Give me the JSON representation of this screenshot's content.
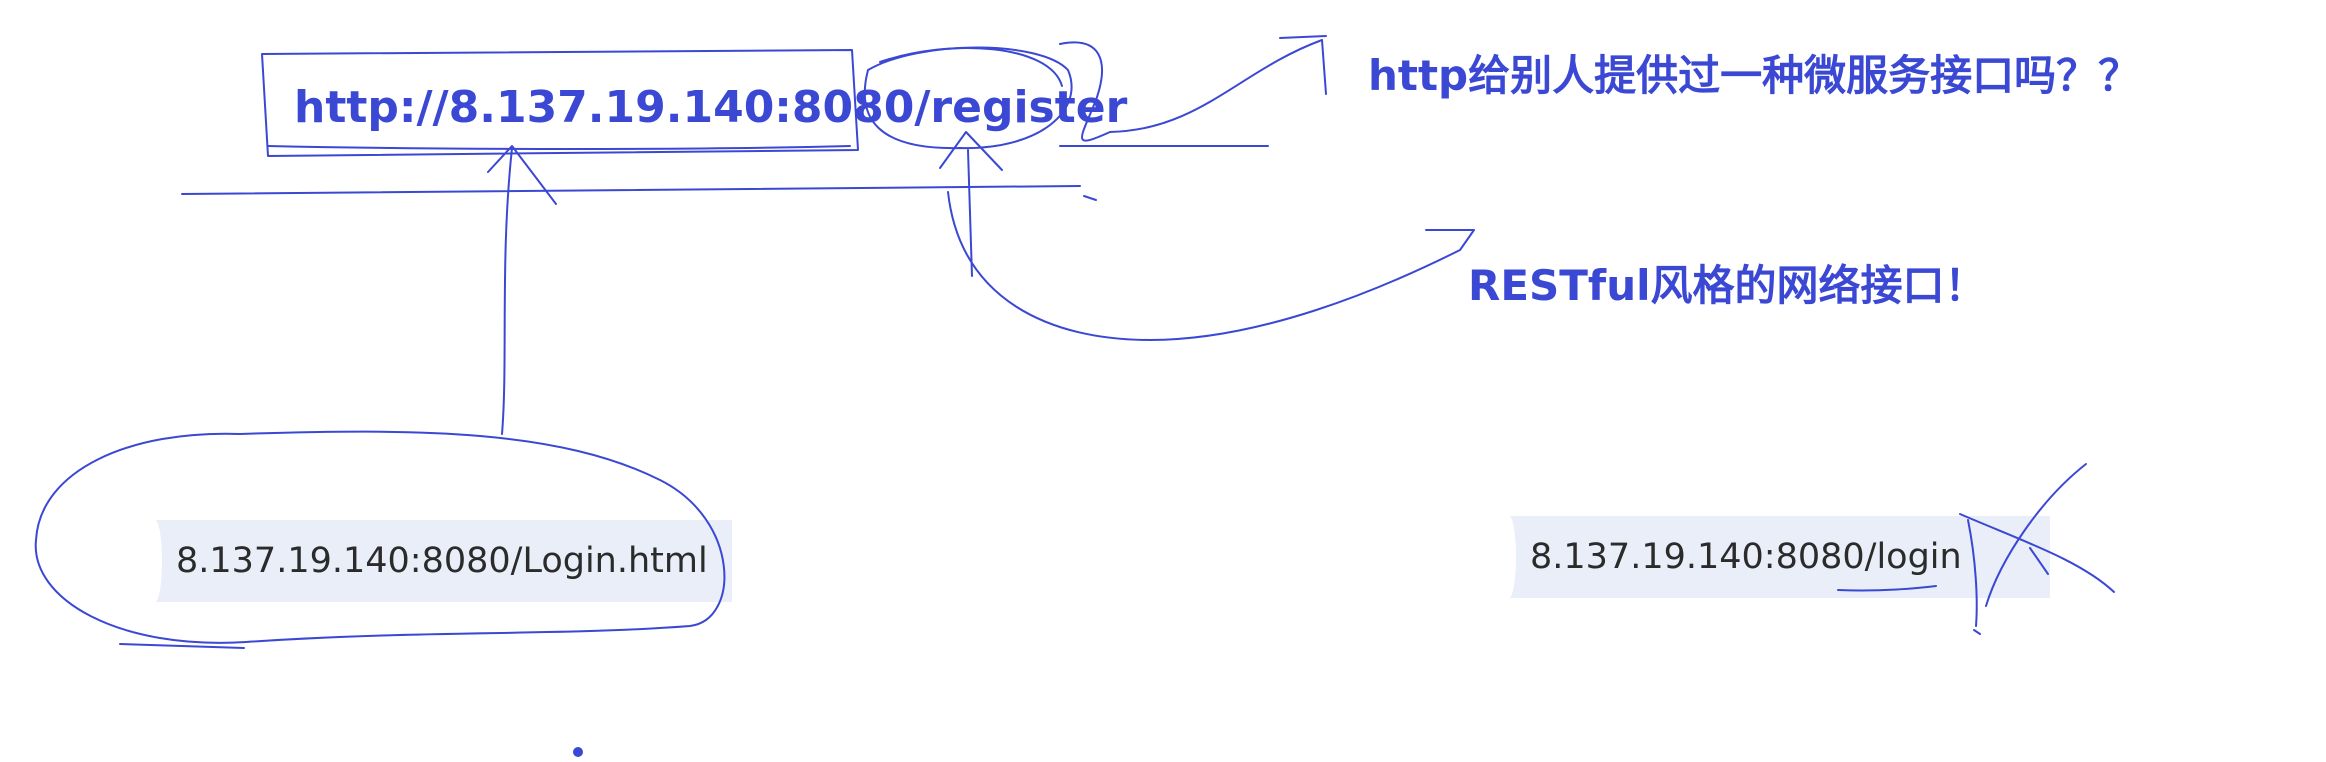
{
  "annotations": {
    "url": "http://8.137.19.140:8080/register",
    "question": "http给别人提供过一种微服务接口吗？？",
    "restful": "RESTful风格的网络接口！"
  },
  "chips": {
    "login_html": "8.137.19.140:8080/Login.html",
    "login_api": "8.137.19.140:8080/login"
  },
  "colors": {
    "ink": "#3b48d4",
    "chip_background": "#e9eef8",
    "chip_text": "#2b2b2b"
  }
}
